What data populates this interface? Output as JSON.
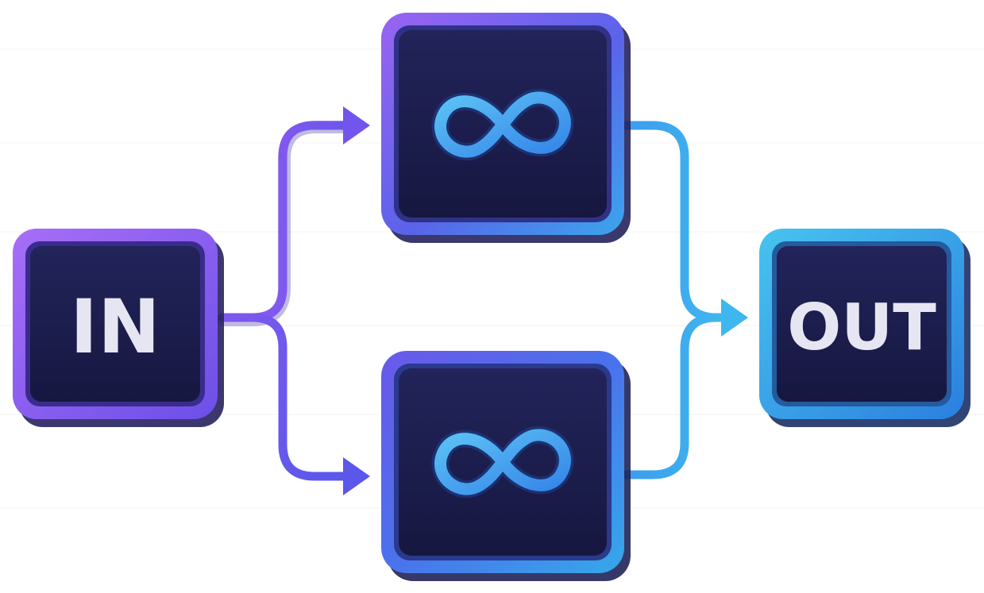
{
  "nodes": {
    "input": {
      "label": "IN"
    },
    "process_top": {
      "icon": "infinity-icon"
    },
    "process_bottom": {
      "icon": "infinity-icon"
    },
    "output": {
      "label": "OUT"
    }
  },
  "edges": [
    {
      "from": "input",
      "to": "process_top"
    },
    {
      "from": "input",
      "to": "process_bottom"
    },
    {
      "from": "process_top",
      "to": "output"
    },
    {
      "from": "process_bottom",
      "to": "output"
    }
  ],
  "colors": {
    "node_fill": "#1b1d4d",
    "purple": "#8a55f0",
    "indigo": "#5b52e6",
    "blue": "#4a7ff0",
    "cyan": "#35b3ea",
    "label_text": "#e6e6f2"
  }
}
